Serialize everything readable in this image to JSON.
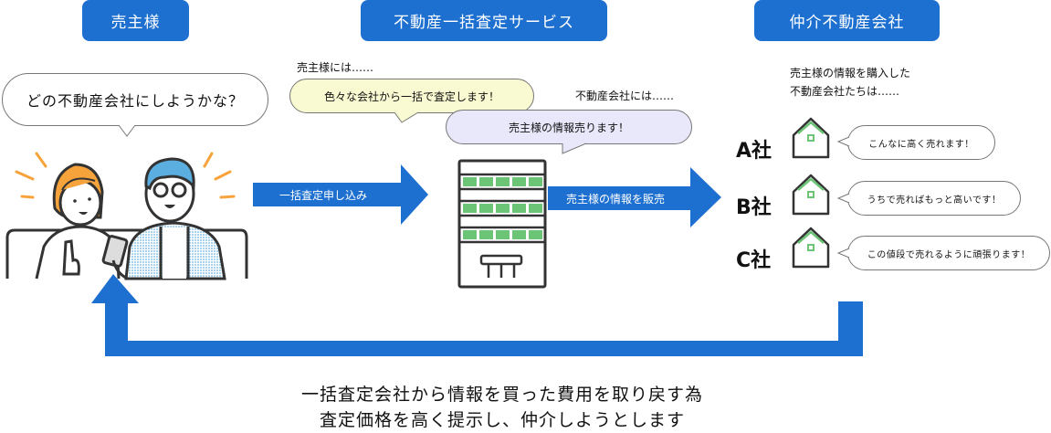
{
  "headers": {
    "seller": "売主様",
    "service": "不動産一括査定サービス",
    "broker": "仲介不動産会社"
  },
  "seller": {
    "bubble": "どの不動産会社にしようかな？"
  },
  "service": {
    "to_seller_caption": "売主様には……",
    "to_seller_bubble": "色々な会社から一括で査定します！",
    "to_company_caption": "不動産会社には……",
    "to_company_bubble": "売主様の情報売ります！"
  },
  "arrows": {
    "apply": "一括査定申し込み",
    "sell_info": "売主様の情報を販売"
  },
  "broker": {
    "caption_line1": "売主様の情報を購入した",
    "caption_line2": "不動産会社たちは……",
    "companies": [
      {
        "label": "A社",
        "quote": "こんなに高く売れます！"
      },
      {
        "label": "B社",
        "quote": "うちで売ればもっと高いです！"
      },
      {
        "label": "C社",
        "quote": "この値段で売れるように頑張ります！"
      }
    ]
  },
  "bottom": {
    "line1": "一括査定会社から情報を買った費用を取り戻す為",
    "line2": "査定価格を高く提示し、仲介しようとします"
  },
  "colors": {
    "primary_blue": "#1e70d0",
    "green": "#6cc476",
    "bubble_yellow": "#fafad2",
    "bubble_lavender": "#e8e8fa",
    "orange": "#f7a33c",
    "hair_blue": "#5aaee0"
  }
}
